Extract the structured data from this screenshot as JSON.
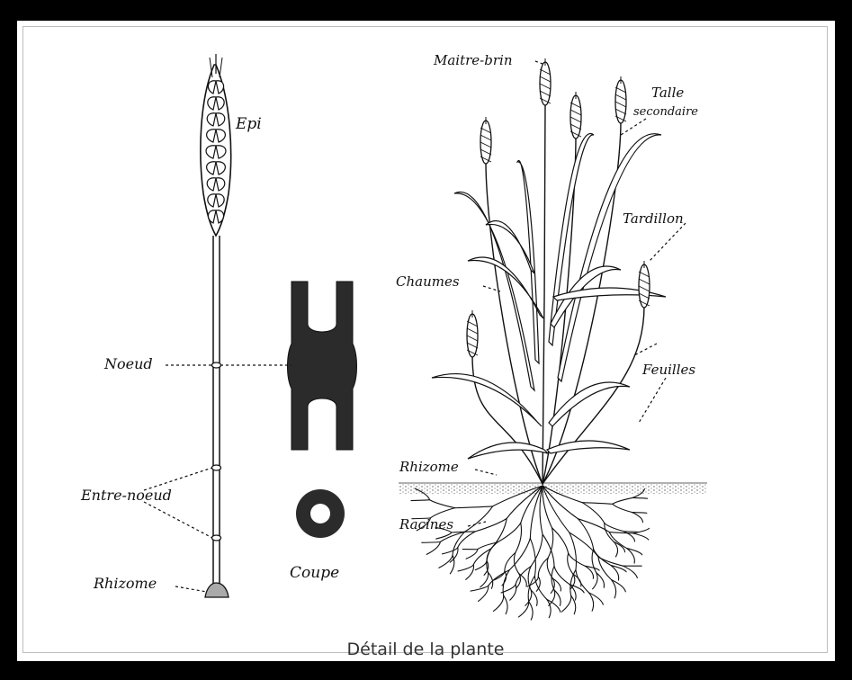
{
  "caption": "Détail de la plante",
  "labels": {
    "epi": "Epi",
    "noeud": "Noeud",
    "entre_noeud": "Entre-noeud",
    "rhizome_left": "Rhizome",
    "coupe": "Coupe",
    "maitre_brin": "Maitre-brin",
    "talle": "Talle",
    "secondaire": "secondaire",
    "tardillon": "Tardillon",
    "chaumes": "Chaumes",
    "feuilles": "Feuilles",
    "rhizome_right": "Rhizome",
    "racines": "Racines"
  },
  "colors": {
    "frame": "#000000",
    "panel": "#ffffff",
    "ink": "#111111",
    "section_fill": "#2b2b2b"
  }
}
